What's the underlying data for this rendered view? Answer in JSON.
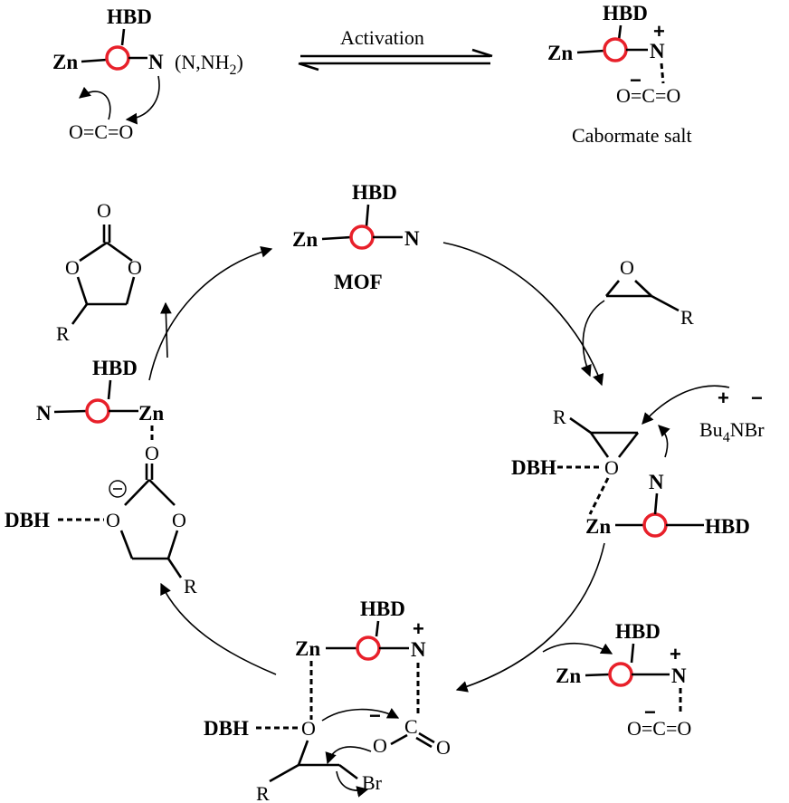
{
  "labels": {
    "hbd": "HBD",
    "zn": "Zn",
    "n": "N",
    "o": "O",
    "c": "C",
    "r": "R",
    "dbh": "DBH",
    "br": "Br",
    "n_nh2": "(N,NH",
    "n_nh2_sub": "2",
    "n_nh2_close": ")",
    "activation": "Activation",
    "carbamate_salt": "Cabormate salt",
    "mof": "MOF",
    "bu4nbr_a": "Bu",
    "bu4nbr_sub": "4",
    "bu4nbr_b": "NBr",
    "plus": "+",
    "minus": "−",
    "o_eq": "O=C=O",
    "o_c": "O=C"
  },
  "colors": {
    "node_ring": "#e8202a",
    "ink": "#000000"
  }
}
